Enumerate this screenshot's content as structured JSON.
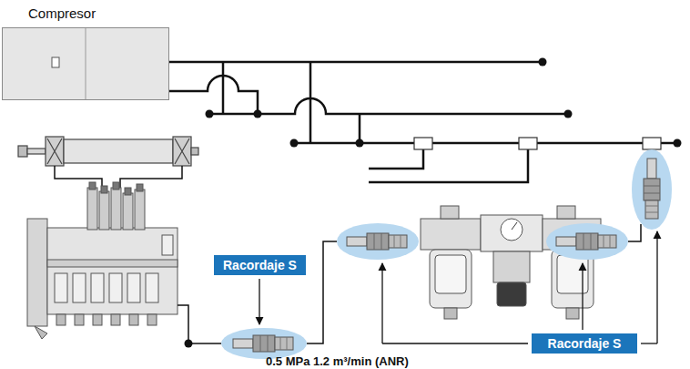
{
  "diagram": {
    "nodes": [
      {
        "text": [
          "Compresor"
        ]
      },
      {
        "text": [
          "Racordaje S"
        ]
      },
      {
        "text": [
          "Racordaje S"
        ]
      }
    ],
    "labels": [
      "0.5 MPa 1.2 m³/min (ANR)"
    ]
  }
}
